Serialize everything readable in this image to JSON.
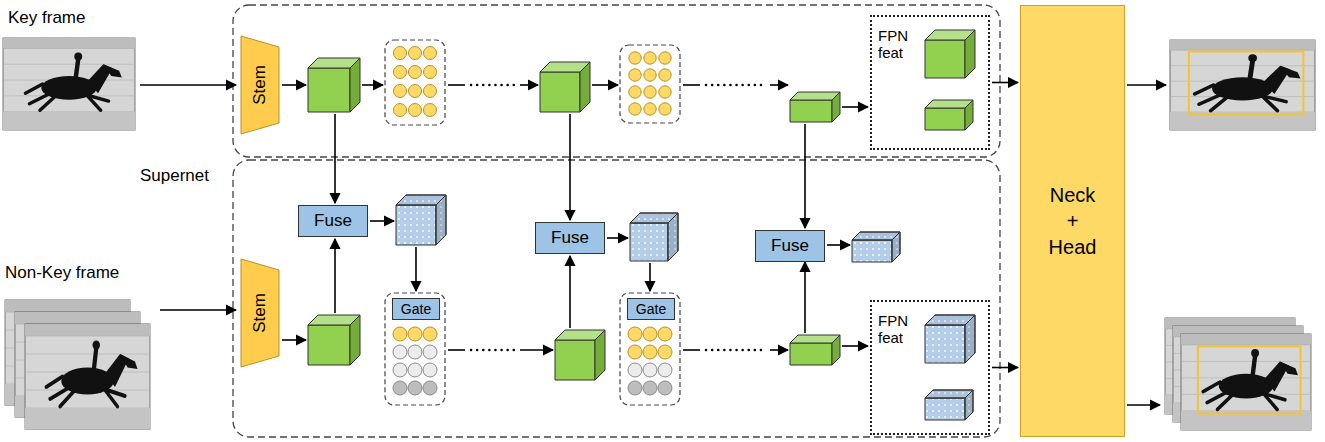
{
  "diagram": {
    "nodes": [
      {
        "text": [
          "Stem"
        ]
      },
      {
        "text": [
          "FPN feat"
        ]
      },
      {
        "text": [
          "Stem"
        ]
      },
      {
        "text": [
          "Fuse"
        ]
      },
      {
        "text": [
          "Fuse"
        ]
      },
      {
        "text": [
          "Fuse"
        ]
      },
      {
        "text": [
          "Gate"
        ]
      },
      {
        "text": [
          "Gate"
        ]
      },
      {
        "text": [
          "FPN feat"
        ]
      },
      {
        "text": [
          "Neck + Head"
        ]
      }
    ],
    "edges": [
      {
        "from": 1,
        "to": 9,
        "arrow": "to"
      },
      {
        "from": 8,
        "to": 9,
        "arrow": "to"
      }
    ],
    "labels": [
      "Key frame",
      "Supernet",
      "Non-Key frame"
    ]
  }
}
